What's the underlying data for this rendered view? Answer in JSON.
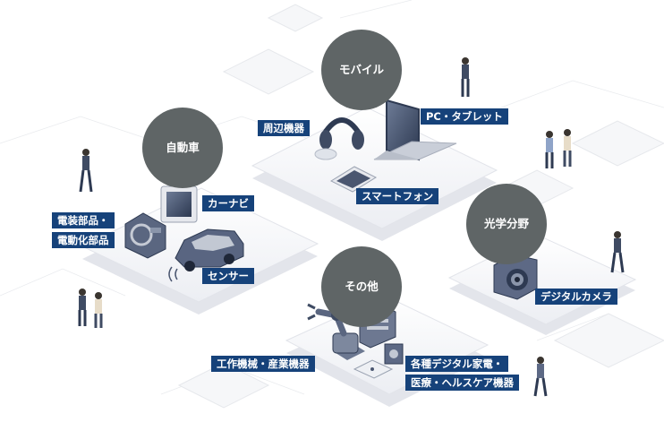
{
  "categories": {
    "mobile": "モバイル",
    "automotive": "自動車",
    "optical": "光学分野",
    "other": "その他"
  },
  "labels": {
    "peripherals": "周辺機器",
    "pc_tablet": "PC・タブレット",
    "smartphone": "スマートフォン",
    "car_navi": "カーナビ",
    "electrical_parts_1": "電装部品・",
    "electrical_parts_2": "電動化部品",
    "sensor": "センサー",
    "digital_camera": "デジタルカメラ",
    "machine_tools": "工作機械・産業機器",
    "appliances_1": "各種デジタル家電・",
    "appliances_2": "医療・ヘルスケア機器"
  },
  "colors": {
    "circle": "#5f6566",
    "tag": "#16427a",
    "platform": "#f3f4f7",
    "dark_device": "#3f4b63"
  }
}
